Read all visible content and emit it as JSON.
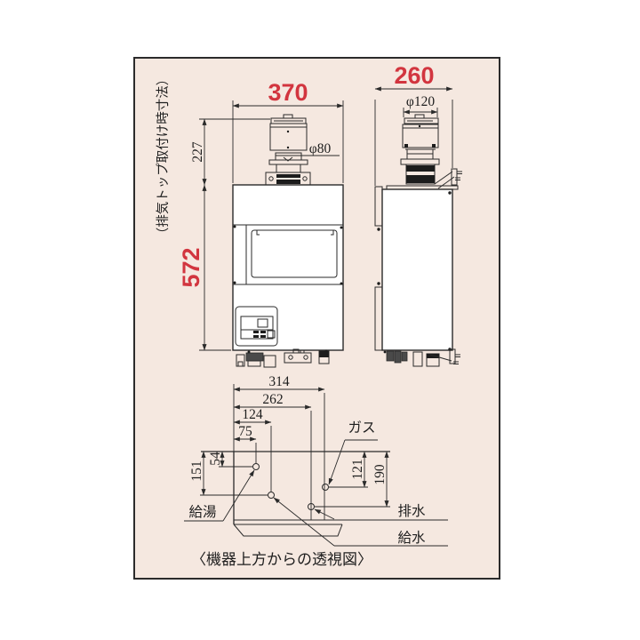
{
  "panel": {
    "note_vertical": "（排気トップ取付け時寸法）",
    "caption": "〈機器上方からの透視図〉",
    "colors": {
      "background": "#f5e8e0",
      "line": "#2a2a2a",
      "dim_red": "#d2353f"
    }
  },
  "front_view": {
    "width_mm": "370",
    "height_mm": "572",
    "exhaust_height_mm": "227",
    "exhaust_pipe_dia": "φ80"
  },
  "side_view": {
    "depth_mm": "260",
    "exhaust_top_dia": "φ120"
  },
  "plan_view": {
    "dims": {
      "d314": "314",
      "d262": "262",
      "d124": "124",
      "d75": "75",
      "d54": "54",
      "d151": "151",
      "d121": "121",
      "d190": "190"
    },
    "labels": {
      "gas": "ガス",
      "hot_water": "給湯",
      "drain": "排水",
      "water_supply": "給水"
    }
  }
}
